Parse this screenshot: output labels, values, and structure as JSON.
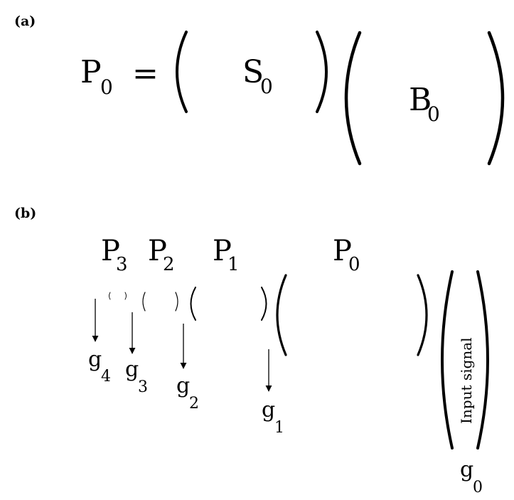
{
  "panel_a": {
    "label": "(a)",
    "lhs": {
      "symbol": "P",
      "sub": "0"
    },
    "equals": "=",
    "s_block": {
      "symbol": "S",
      "sub": "0"
    },
    "b_block": {
      "symbol": "B",
      "sub": "0"
    }
  },
  "panel_b": {
    "label": "(b)",
    "levels": [
      {
        "symbol": "P",
        "sub": "3"
      },
      {
        "symbol": "P",
        "sub": "2"
      },
      {
        "symbol": "P",
        "sub": "1"
      },
      {
        "symbol": "P",
        "sub": "0"
      }
    ],
    "outputs": [
      {
        "symbol": "g",
        "sub": "4"
      },
      {
        "symbol": "g",
        "sub": "3"
      },
      {
        "symbol": "g",
        "sub": "2"
      },
      {
        "symbol": "g",
        "sub": "1"
      },
      {
        "symbol": "g",
        "sub": "0"
      }
    ],
    "input_label": "Input signal"
  }
}
